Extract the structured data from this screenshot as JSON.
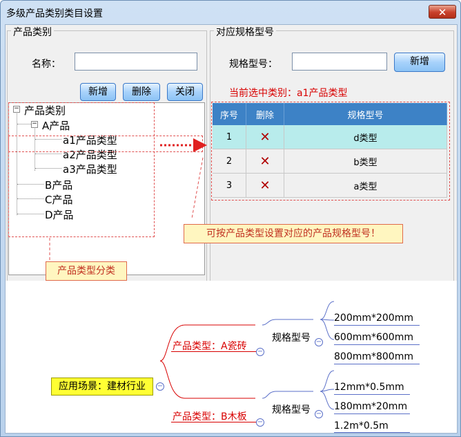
{
  "window": {
    "title": "多级产品类别类目设置",
    "close_label": "✕"
  },
  "left": {
    "legend": "产品类别",
    "name_label": "名称：",
    "name_value": "",
    "buttons": {
      "add": "新增",
      "delete": "删除",
      "close": "关闭"
    },
    "tree": {
      "root": "产品类别",
      "a": "A产品",
      "a1": "a1产品类型",
      "a2": "a2产品类型",
      "a3": "a3产品类型",
      "b": "B产品",
      "c": "C产品",
      "d": "D产品"
    }
  },
  "right": {
    "legend": "对应规格型号",
    "spec_label": "规格型号：",
    "spec_value": "",
    "add_button": "新增",
    "selected_text": "当前选中类别：a1产品类型",
    "table": {
      "headers": [
        "序号",
        "删除",
        "规格型号"
      ],
      "rows": [
        {
          "index": "1",
          "spec": "d类型"
        },
        {
          "index": "2",
          "spec": "b类型"
        },
        {
          "index": "3",
          "spec": "a类型"
        }
      ]
    }
  },
  "callouts": {
    "spec_setting": "可按产品类型设置对应的产品规格型号！",
    "category": "产品类型分类"
  },
  "scene": {
    "root": "应用场景：建材行业",
    "branch_a": "产品类型：A瓷砖",
    "branch_b": "产品类型：B木板",
    "spec_label_a": "规格型号",
    "spec_label_b": "规格型号",
    "a_specs": [
      "200mm*200mm",
      "600mm*600mm",
      "800mm*800mm"
    ],
    "b_specs": [
      "12mm*0.5mm",
      "180mm*20mm",
      "1.2m*0.5m"
    ]
  },
  "colors": {
    "accent": "#3d82c6",
    "highlight": "#b8ecec",
    "callout_text": "#c03020",
    "red_text": "#d80000"
  }
}
